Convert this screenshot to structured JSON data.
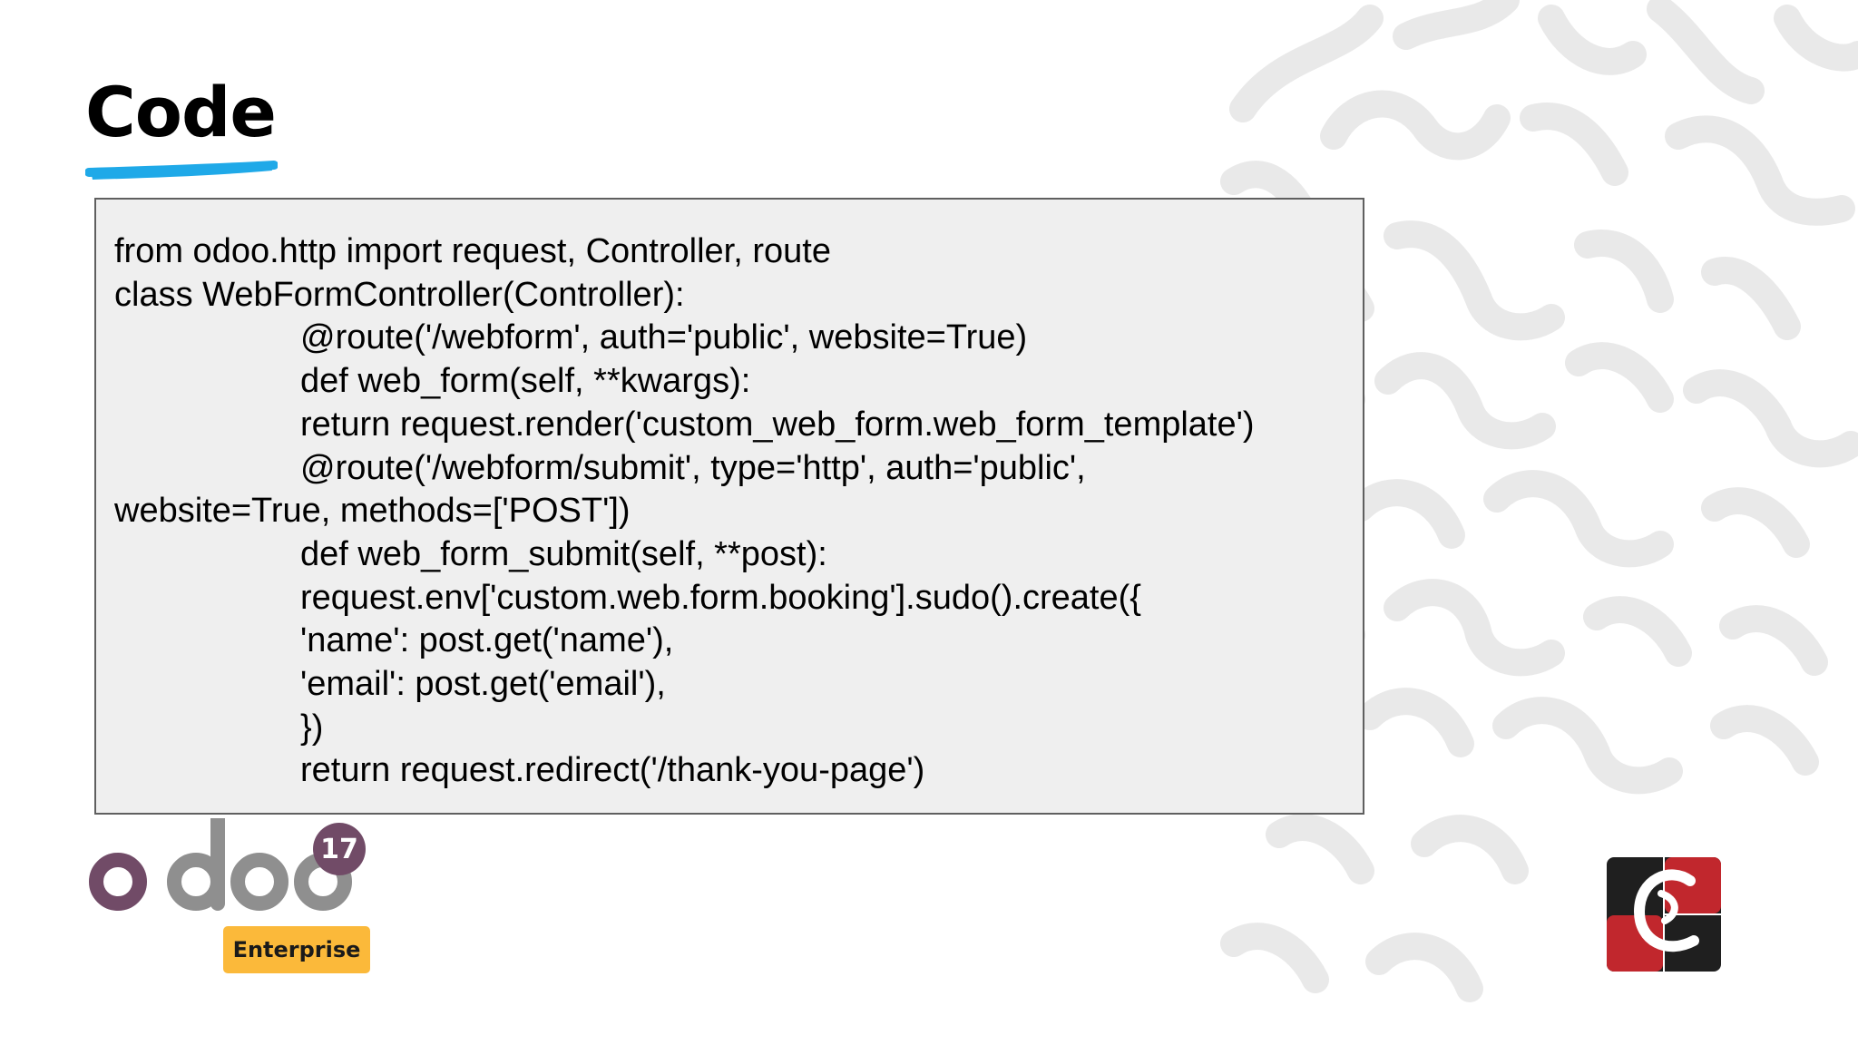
{
  "slide": {
    "title": "Code",
    "accent_color": "#1fa9e8"
  },
  "code_lines": [
    {
      "text": "from odoo.http import request, Controller, route",
      "indent": false
    },
    {
      "text": "class WebFormController(Controller):",
      "indent": false
    },
    {
      "text": "@route('/webform', auth='public', website=True)",
      "indent": true
    },
    {
      "text": "def web_form(self, **kwargs):",
      "indent": true
    },
    {
      "text": "return request.render('custom_web_form.web_form_template')",
      "indent": true
    },
    {
      "text": "@route('/webform/submit', type='http', auth='public',",
      "indent": true
    },
    {
      "text": "website=True, methods=['POST'])",
      "indent": false
    },
    {
      "text": "def web_form_submit(self, **post):",
      "indent": true
    },
    {
      "text": "request.env['custom.web.form.booking'].sudo().create({",
      "indent": true
    },
    {
      "text": "'name': post.get('name'),",
      "indent": true
    },
    {
      "text": "'email': post.get('email'),",
      "indent": true
    },
    {
      "text": "})",
      "indent": true
    },
    {
      "text": "return request.redirect('/thank-you-page')",
      "indent": true
    }
  ],
  "footer": {
    "logo_text": "odoo",
    "version": "17",
    "edition": "Enterprise",
    "odoo_purple": "#714b67",
    "odoo_gray": "#8f8f8f",
    "badge_color": "#fbb93a",
    "brand_icon": "cybrosys-logo-icon"
  }
}
